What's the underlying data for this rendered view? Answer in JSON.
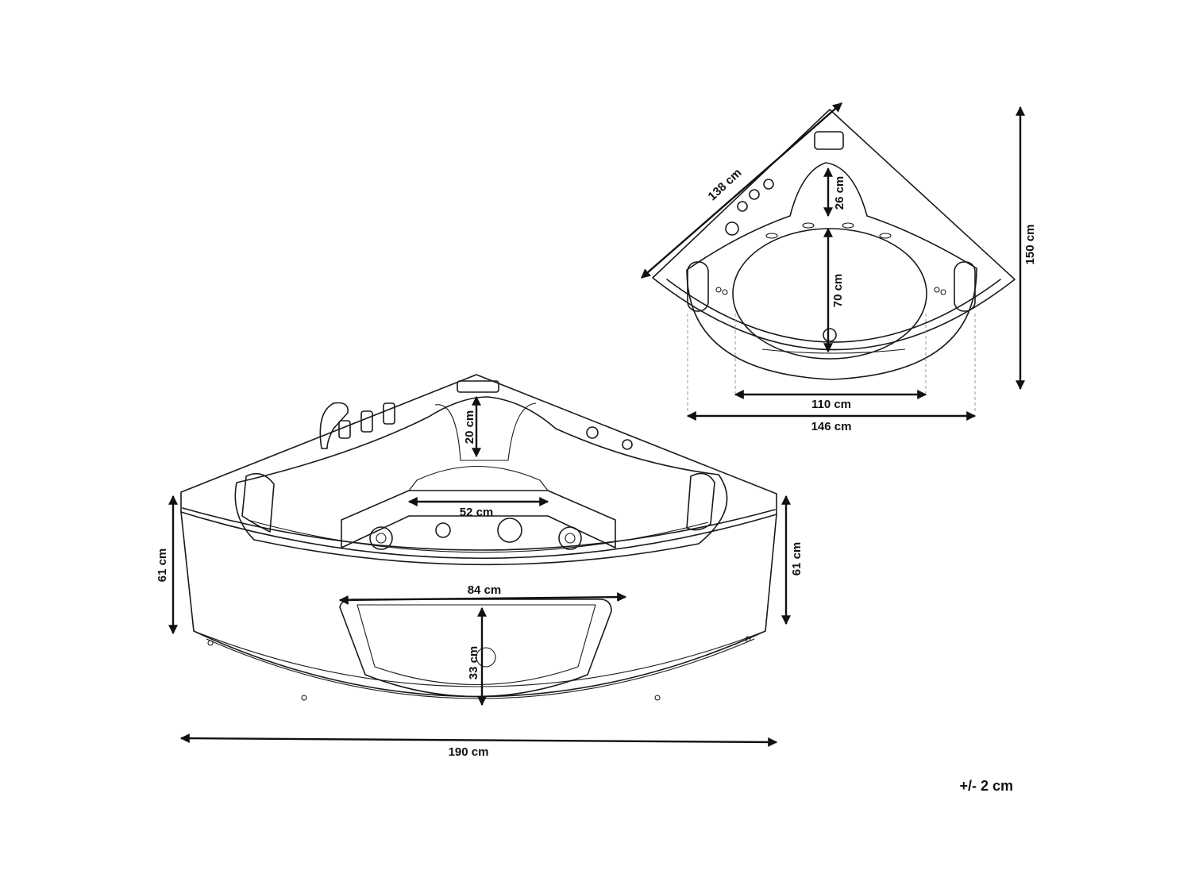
{
  "dimensions": {
    "front_width": "190 cm",
    "front_height_left": "61 cm",
    "front_height_right": "61 cm",
    "window_width": "84 cm",
    "window_height": "33 cm",
    "seat_width": "52 cm",
    "seat_height": "20 cm",
    "top_diagonal": "138 cm",
    "top_depth": "150 cm",
    "top_seat_depth": "26 cm",
    "top_basin_depth": "70 cm",
    "top_basin_width": "110 cm",
    "top_width": "146 cm"
  },
  "tolerance": "+/- 2 cm"
}
